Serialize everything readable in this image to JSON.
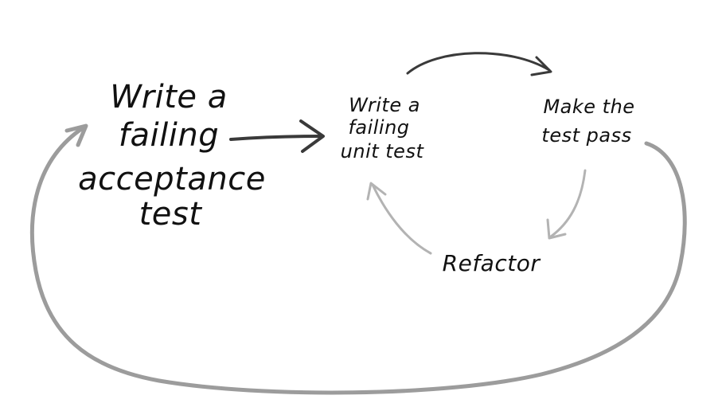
{
  "nodes": {
    "acceptance": [
      "Write a",
      "failing",
      "acceptance",
      "test"
    ],
    "unit": [
      "Write a",
      "failing",
      "unit test"
    ],
    "pass": [
      "Make the",
      "test pass"
    ],
    "refactor": [
      "Refactor"
    ]
  },
  "colors": {
    "text": "#111111",
    "arrow_dark": "#3a3a3a",
    "arrow_light": "#b3b3b3",
    "arrow_outer": "#9c9c9c"
  }
}
